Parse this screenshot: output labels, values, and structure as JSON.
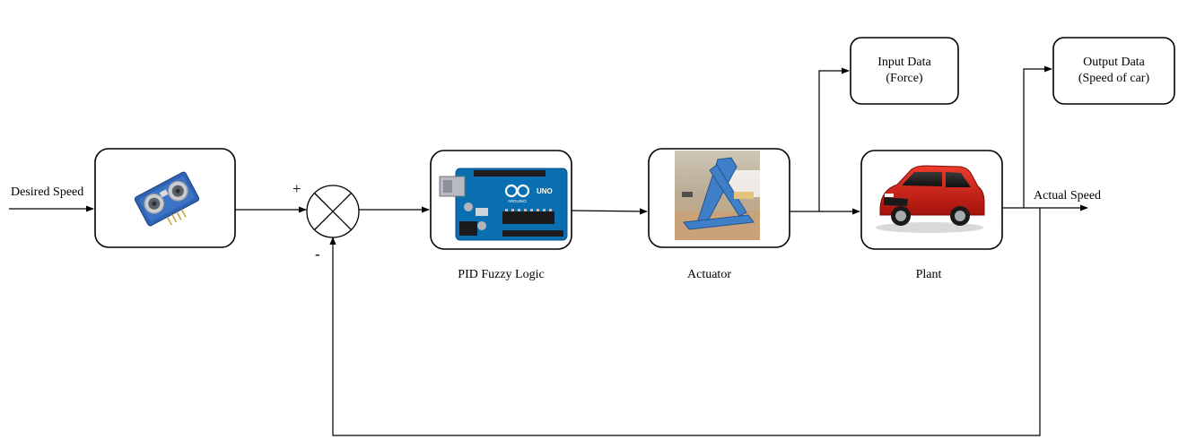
{
  "signals": {
    "desired_speed": "Desired Speed",
    "actual_speed": "Actual Speed"
  },
  "summing_junction": {
    "plus_sign": "+",
    "minus_sign": "-"
  },
  "blocks": {
    "controller_label": "PID Fuzzy Logic",
    "actuator_label": "Actuator",
    "plant_label": "Plant",
    "input_data_line1": "Input Data",
    "input_data_line2": "(Force)",
    "output_data_line1": "Output Data",
    "output_data_line2": "(Speed of car)"
  },
  "board_text": {
    "uno": "UNO",
    "arduino": "ARDUINO"
  },
  "colors": {
    "line": "#000000",
    "sensor_board": "#2f64b4",
    "arduino_board": "#0a6fb0",
    "actuator_frame": "#3f7fc7",
    "car_body": "#d8251b"
  }
}
